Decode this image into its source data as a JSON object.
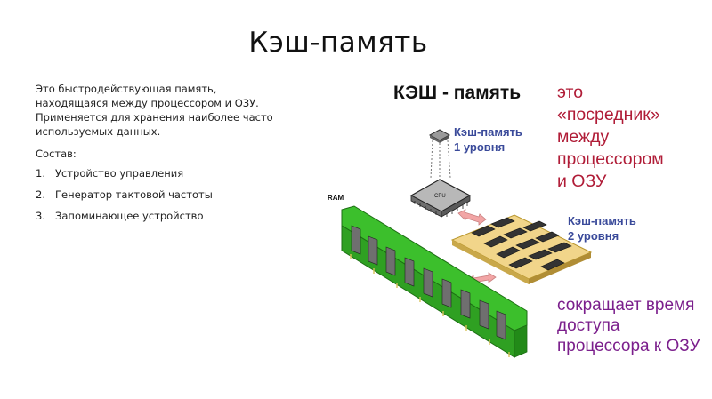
{
  "slide": {
    "title": "Кэш-память",
    "intro_lines": [
      "Это быстродействующая память,",
      "находящаяся между процессором и ОЗУ.",
      "Применяется для хранения наиболее часто",
      "используемых данных."
    ],
    "list_heading": "Состав:",
    "components": [
      {
        "num": "1.",
        "text": "Устройство управления"
      },
      {
        "num": "2.",
        "text": "Генератор тактовой частоты"
      },
      {
        "num": "3.",
        "text": "Запоминающее устройство"
      }
    ]
  },
  "diagram": {
    "heading": "КЭШ - память",
    "mediator_lines": [
      "это",
      "«посредник»",
      "между",
      "процессором",
      "и ОЗУ"
    ],
    "l1_lines": [
      "Кэш-память",
      "1 уровня"
    ],
    "l2_lines": [
      "Кэш-память",
      "2 уровня"
    ],
    "cpu_label": "CPU",
    "ram_label": "RAM",
    "reduces_lines": [
      "сокращает время",
      "доступа",
      "процессора к ОЗУ"
    ]
  },
  "colors": {
    "mediator_text": "#b01c37",
    "reduces_text": "#7b1f8c",
    "cache_label_text": "#3a4a9a",
    "ram_board": "#3cbf2c",
    "cache_board": "#f1d58a",
    "arrow": "#f2a5a5"
  },
  "icons": [
    "cpu-chip-icon",
    "ram-module-icon",
    "cache-board-icon",
    "double-arrow-icon"
  ]
}
